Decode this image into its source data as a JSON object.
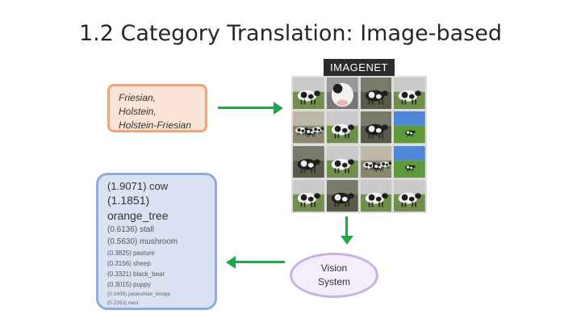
{
  "title": "1.2 Category Translation: Image-based",
  "synonyms": [
    "Friesian,",
    "Holstein,",
    "Holstein-Friesian"
  ],
  "imagenet_logo": "IMAGENET",
  "image_grid": {
    "rows": 4,
    "cols": 4,
    "scenes": [
      "cow",
      "cow-closeup",
      "cow-dark",
      "cow",
      "herd",
      "cow-field",
      "cow-dark",
      "blue-sky-field",
      "cow-dark",
      "cow-field",
      "herd",
      "blue-sky-field",
      "cow",
      "cow-dark",
      "cow",
      "cow"
    ]
  },
  "results": {
    "line1": "(1.9071) cow",
    "line2": "(1.1851)",
    "line3": "orange_tree",
    "line4": "(0.6136) stall",
    "line5": "(0.5630) mushroom",
    "line6": "(0.3825) pasture",
    "line7": "(0.3156) sheep",
    "line8": "(0.3321) black_bear",
    "line9": "(0.3015) puppy",
    "line10": "(0.2409) pedestrian_bridge",
    "line11": "(0.2353) nest"
  },
  "vision_system": [
    "Vision",
    "System"
  ],
  "colors": {
    "arrow": "#22a64b",
    "synonym_fill": "#fbe3d6",
    "synonym_border": "#f2a57c",
    "results_fill": "#dae3f3",
    "results_border": "#8faadc",
    "vision_border": "#c8b2e0"
  }
}
